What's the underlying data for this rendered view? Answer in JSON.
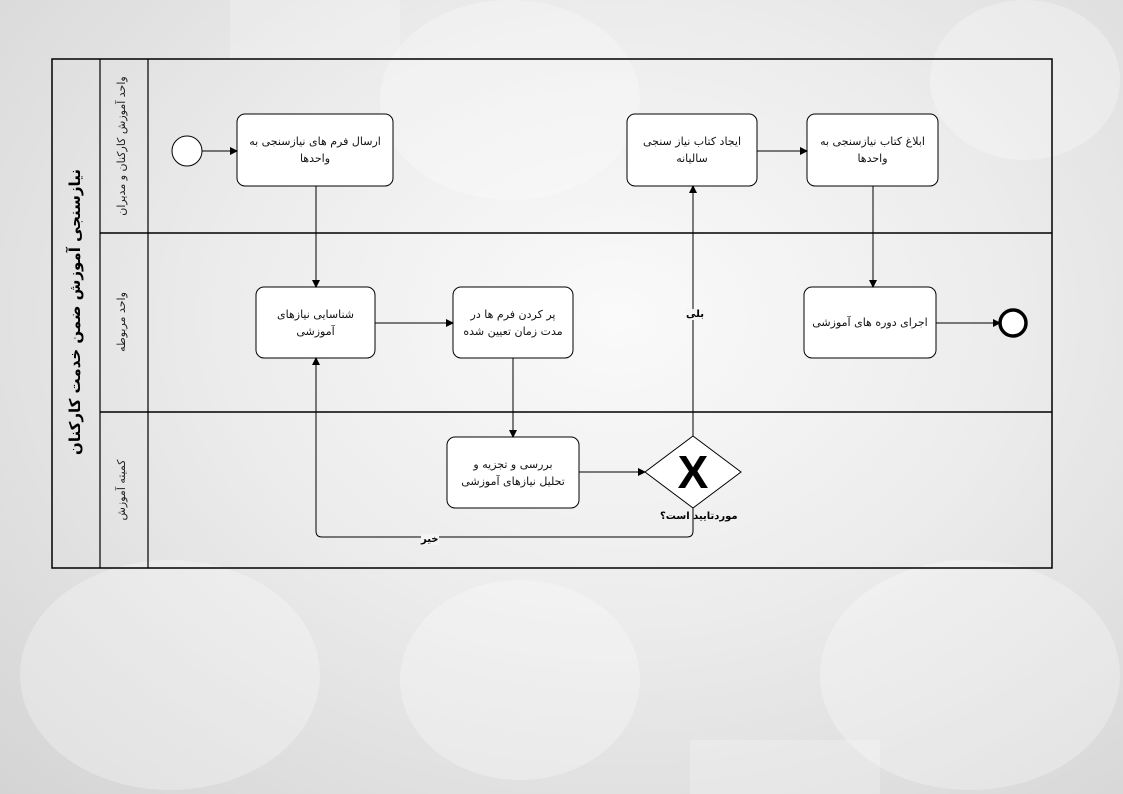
{
  "pool": {
    "title": "نیازسنجی آموزش ضمن خدمت کارکنان"
  },
  "lanes": [
    {
      "label": "واحد آموزش کارکنان و مدیران"
    },
    {
      "label": "واحد مربوطه"
    },
    {
      "label": "کمیته آموزش"
    }
  ],
  "tasks": {
    "send_forms": "ارسال فرم های نیازسنجی به واحدها",
    "create_book": "ایجاد کتاب نیاز سنجی سالیانه",
    "notify_book": "ابلاغ کتاب نیازسنجی به واحدها",
    "identify_needs": "شناسایی نیازهای آموزشی",
    "fill_forms": "پر کردن فرم ها در مدت زمان تعیین شده",
    "run_courses": "اجرای دوره های آموزشی",
    "review_needs": "بررسی و تجزیه و تحلیل نیازهای آموزشی"
  },
  "gateway": {
    "question": "موردتایید است؟",
    "symbol": "X",
    "yes_label": "بلی",
    "no_label": "خیر"
  },
  "colors": {
    "line": "#000000",
    "task_fill": "#ffffff"
  }
}
